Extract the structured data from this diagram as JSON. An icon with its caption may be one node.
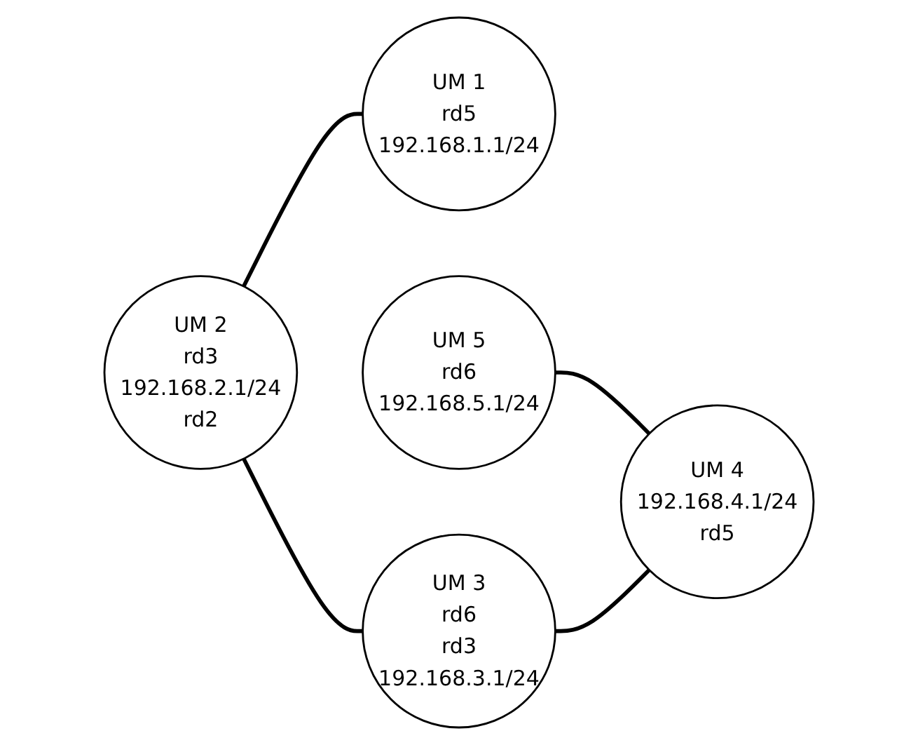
{
  "diagram": {
    "nodes": [
      {
        "text": [
          "UM 2",
          "rd3",
          "192.168.2.1/24",
          "rd2"
        ]
      },
      {
        "text": [
          "UM 1",
          "rd5",
          "192.168.1.1/24"
        ]
      },
      {
        "text": [
          "UM 5",
          "rd6",
          "192.168.5.1/24"
        ]
      },
      {
        "text": [
          "UM 3",
          "rd6",
          "rd3",
          "192.168.3.1/24"
        ]
      },
      {
        "text": [
          "UM 4",
          "192.168.4.1/24",
          "rd5"
        ]
      }
    ],
    "edges": [
      {
        "from": 0,
        "to": 1,
        "arrow": "none"
      },
      {
        "from": 0,
        "to": 3,
        "arrow": "none"
      },
      {
        "from": 2,
        "to": 4,
        "arrow": "none"
      },
      {
        "from": 3,
        "to": 4,
        "arrow": "none"
      }
    ]
  }
}
